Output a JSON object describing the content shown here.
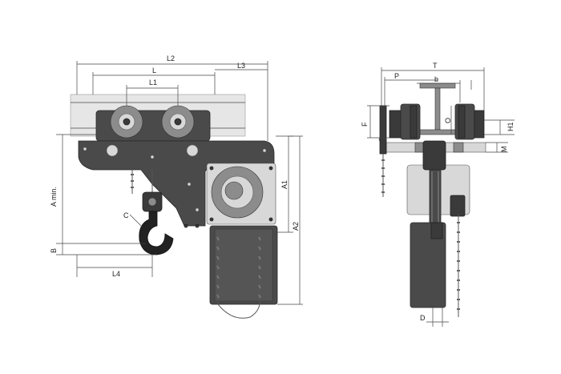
{
  "side_view": {
    "labels": {
      "L2": "L2",
      "L": "L",
      "L1": "L1",
      "L3": "L3",
      "A_min": "A min.",
      "A1": "A1",
      "A2": "A2",
      "B": "B",
      "C": "C",
      "L4": "L4"
    }
  },
  "front_view": {
    "labels": {
      "T": "T",
      "P": "P",
      "b": "b",
      "F": "F",
      "O": "O",
      "H1": "H1",
      "M": "M",
      "D": "D"
    }
  },
  "colors": {
    "body": "#4a4a4a",
    "accent": "#8c8c8c",
    "background": "#ffffff"
  }
}
